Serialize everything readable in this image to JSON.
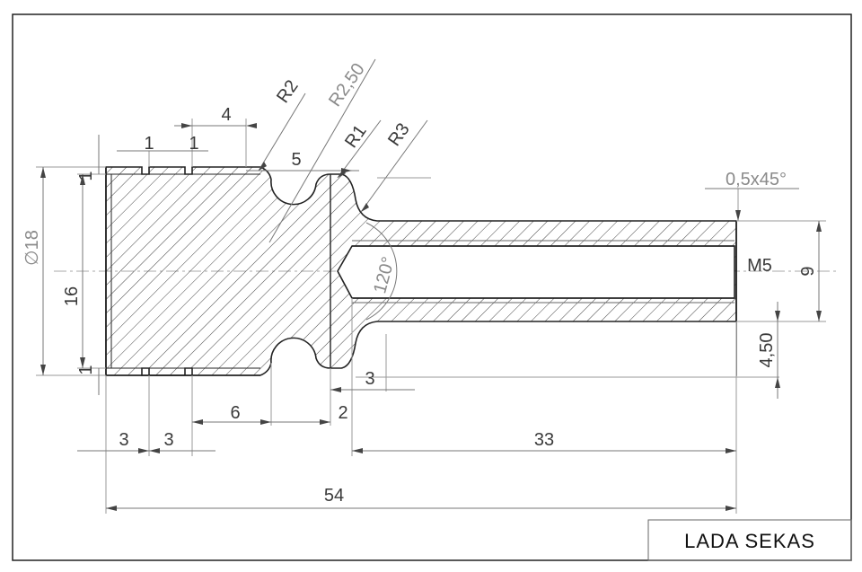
{
  "title_block": {
    "name": "LADA  SEKAS"
  },
  "dimensions": {
    "d_1a": "1",
    "d_1b": "1",
    "d_1c": "1",
    "d_1d": "1",
    "d_4": "4",
    "d_5": "5",
    "d_r2": "R2",
    "d_r250": "R2,50",
    "d_r1": "R1",
    "d_r3": "R3",
    "d_chamfer": "0,5x45°",
    "d_m5": "M5",
    "d_9": "9",
    "d_450": "4,50",
    "d_phi18": "∅18",
    "d_16": "16",
    "d_angle": "120°",
    "d_3a": "3",
    "d_3b": "3",
    "d_3c": "3",
    "d_6": "6",
    "d_2": "2",
    "d_33": "33",
    "d_54": "54"
  }
}
